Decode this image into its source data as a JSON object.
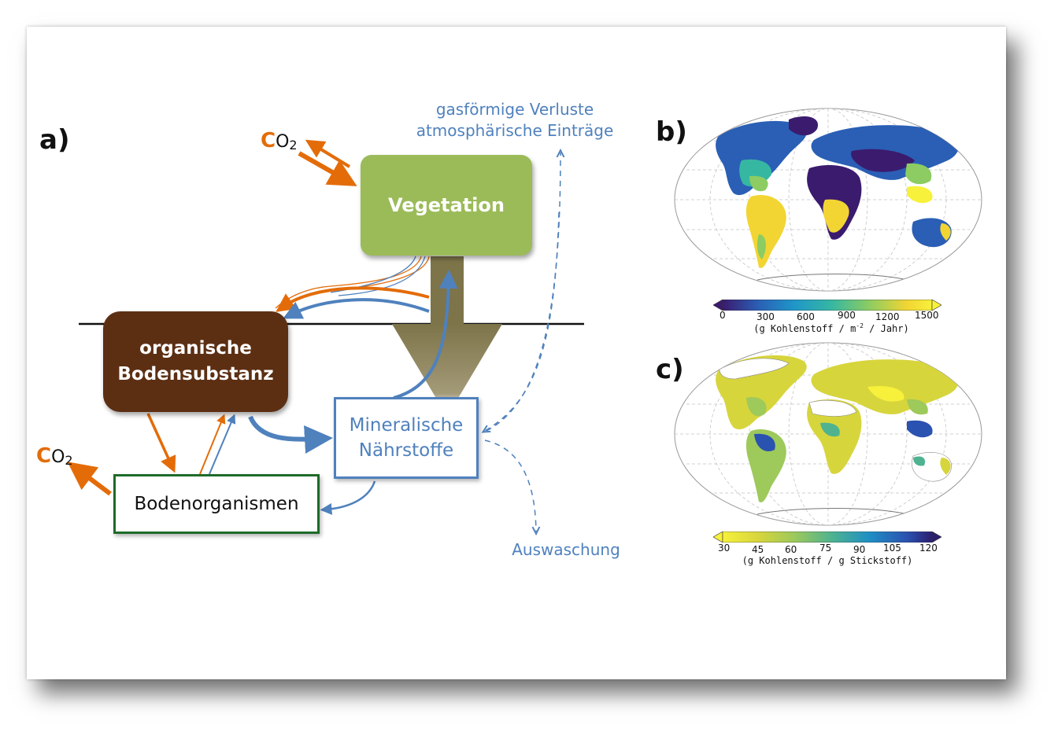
{
  "panel_a": {
    "letter": "a)",
    "boxes": {
      "vegetation": "Vegetation",
      "organic_line1": "organische",
      "organic_line2": "Bodensubstanz",
      "mineral_line1": "Mineralische",
      "mineral_line2": "Nährstoffe",
      "organisms": "Bodenorganismen"
    },
    "co2_top": {
      "c": "C",
      "rest": "O",
      "sub": "2"
    },
    "co2_bottom": {
      "c": "C",
      "rest": "O",
      "sub": "2"
    },
    "labels": {
      "gas_loss": "gasförmige Verluste",
      "atm_input": "atmosphärische Einträge",
      "leaching": "Auswaschung"
    },
    "colors": {
      "vegetation": "#9bbb59",
      "organic": "#5c2f13",
      "mineral_border": "#4f81bd",
      "organisms_border": "#1e6b2a",
      "carbon_arrow": "#e36c09",
      "nutrient_arrow": "#4f81bd",
      "litter_arrow": "#7d7449"
    }
  },
  "panel_b": {
    "letter": "b)",
    "colorbar": {
      "ticks": [
        "0",
        "300",
        "600",
        "900",
        "1200",
        "1500"
      ],
      "unit_prefix": "(g Kohlenstoff / m",
      "unit_exp": "-2",
      "unit_suffix": " / Jahr)",
      "colors": [
        "#3b1b6e",
        "#2a5fb5",
        "#1f96c9",
        "#36b7a2",
        "#8ccc62",
        "#f2d533",
        "#f7f13b"
      ]
    }
  },
  "panel_c": {
    "letter": "c)",
    "colorbar": {
      "ticks": [
        "30",
        "45",
        "60",
        "75",
        "90",
        "105",
        "120"
      ],
      "unit": "(g Kohlenstoff / g Stickstoff)",
      "colors": [
        "#f7f13b",
        "#d7d53c",
        "#9ec95b",
        "#4fb38f",
        "#1f8fc4",
        "#2a52b0",
        "#2b1e6f"
      ]
    }
  }
}
